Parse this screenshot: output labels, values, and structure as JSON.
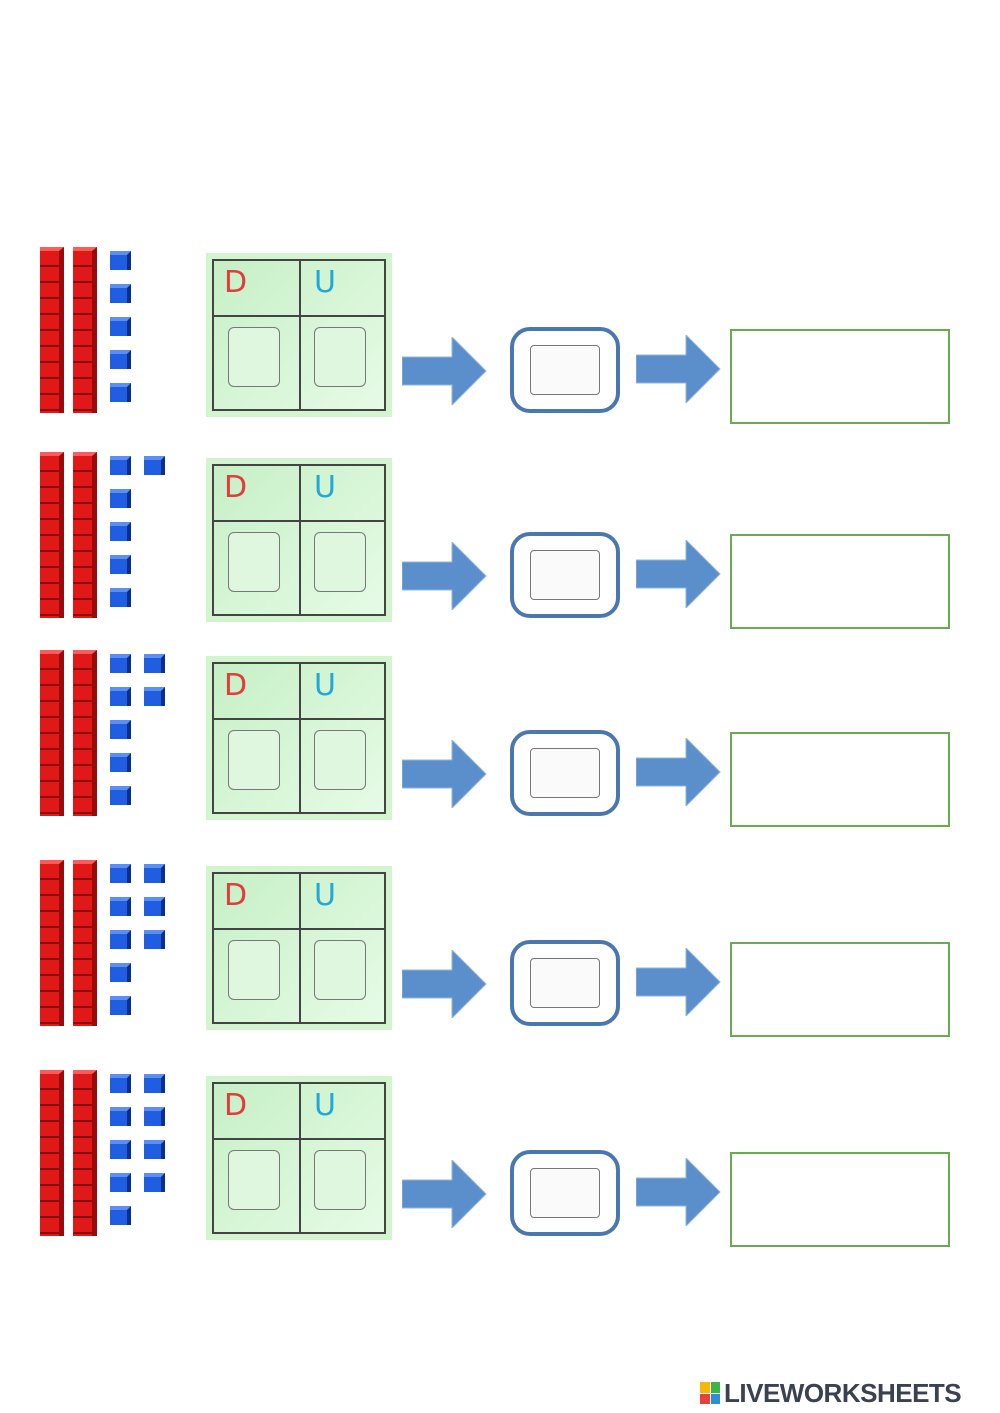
{
  "exercises": [
    {
      "tens": 2,
      "ones": 5,
      "d_label": "D",
      "u_label": "U"
    },
    {
      "tens": 2,
      "ones": 6,
      "d_label": "D",
      "u_label": "U"
    },
    {
      "tens": 2,
      "ones": 7,
      "d_label": "D",
      "u_label": "U"
    },
    {
      "tens": 2,
      "ones": 8,
      "d_label": "D",
      "u_label": "U"
    },
    {
      "tens": 2,
      "ones": 9,
      "d_label": "D",
      "u_label": "U"
    }
  ],
  "brand": {
    "name": "LIVEWORKSHEETS",
    "icon": "liveworksheets-logo-icon"
  },
  "colors": {
    "tens_rod": "#e01818",
    "unit_cube": "#1f5ee0",
    "table_bg": "#d2f5d0",
    "arrow": "#5b8fcc",
    "answer_border": "#6aaa52"
  }
}
